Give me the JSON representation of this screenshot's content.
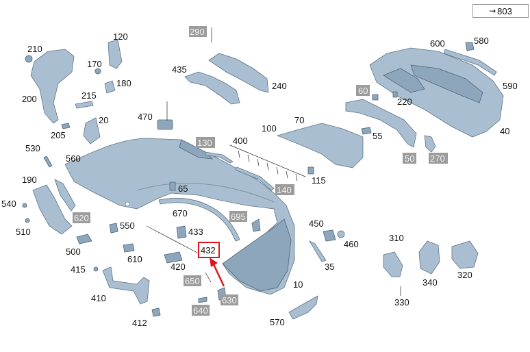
{
  "reference": {
    "arrow": "→",
    "text": "803"
  },
  "labels": {
    "l10": "10",
    "l20": "20",
    "l35": "35",
    "l40": "40",
    "l50": "50",
    "l55": "55",
    "l60": "60",
    "l65": "65",
    "l70": "70",
    "l100": "100",
    "l115": "115",
    "l120": "120",
    "l130": "130",
    "l140": "140",
    "l170": "170",
    "l180": "180",
    "l190": "190",
    "l200": "200",
    "l205": "205",
    "l210": "210",
    "l215": "215",
    "l220": "220",
    "l240": "240",
    "l270": "270",
    "l290": "290",
    "l310": "310",
    "l320": "320",
    "l330": "330",
    "l340": "340",
    "l400": "400",
    "l410": "410",
    "l412": "412",
    "l415": "415",
    "l420": "420",
    "l432": "432",
    "l433": "433",
    "l435": "435",
    "l450": "450",
    "l460": "460",
    "l470": "470",
    "l500": "500",
    "l510": "510",
    "l530": "530",
    "l540": "540",
    "l550": "550",
    "l560": "560",
    "l570": "570",
    "l580": "580",
    "l590": "590",
    "l600": "600",
    "l610": "610",
    "l620": "620",
    "l630": "630",
    "l640": "640",
    "l650": "650",
    "l670": "670",
    "l695": "695"
  },
  "colors": {
    "part_fill": "#a9bed0",
    "part_stroke": "#5d7388",
    "highlight_label_bg": "#9c9c9c",
    "callout_red": "#e0141e"
  }
}
